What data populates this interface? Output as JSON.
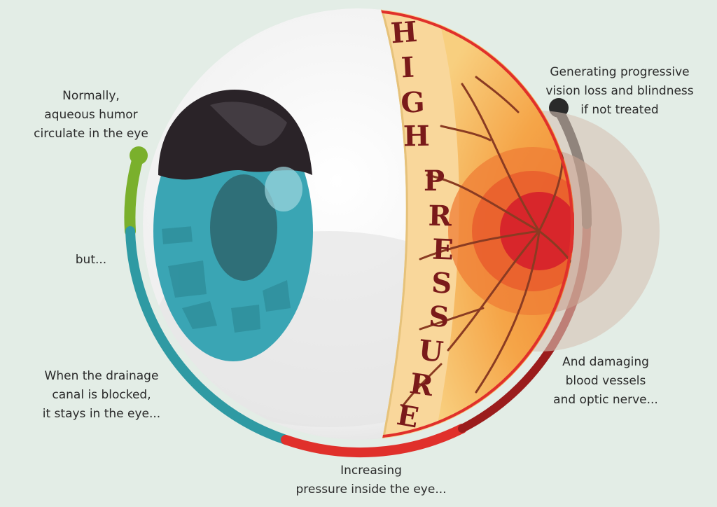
{
  "title_letters": [
    "H",
    "I",
    "G",
    "H",
    "P",
    "R",
    "E",
    "S",
    "S",
    "U",
    "R",
    "E"
  ],
  "labels": {
    "normally": "Normally,\naqueous humor\ncirculate in the eye",
    "but": "but...",
    "blocked": "When the drainage\ncanal is blocked,\nit stays in the eye...",
    "pressure": "Increasing\npressure inside the eye...",
    "damaging": "And damaging\nblood vessels\nand optic nerve...",
    "vision": "Generating progressive\nvision loss and blindness\nif not treated"
  },
  "colors": {
    "background": "#e3ede6",
    "sclera": "#f4f4f4",
    "iris": "#3aa5b4",
    "pupil": "#2f6f78",
    "lid": "#2a2328",
    "retina": "#f4b95a",
    "optic_disc": "#d8262b",
    "vessels": "#8a3b22",
    "arc_green": "#7ab02c",
    "arc_teal": "#2f9aa3",
    "arc_red": "#e0302b",
    "arc_dark": "#2a2a2a"
  }
}
